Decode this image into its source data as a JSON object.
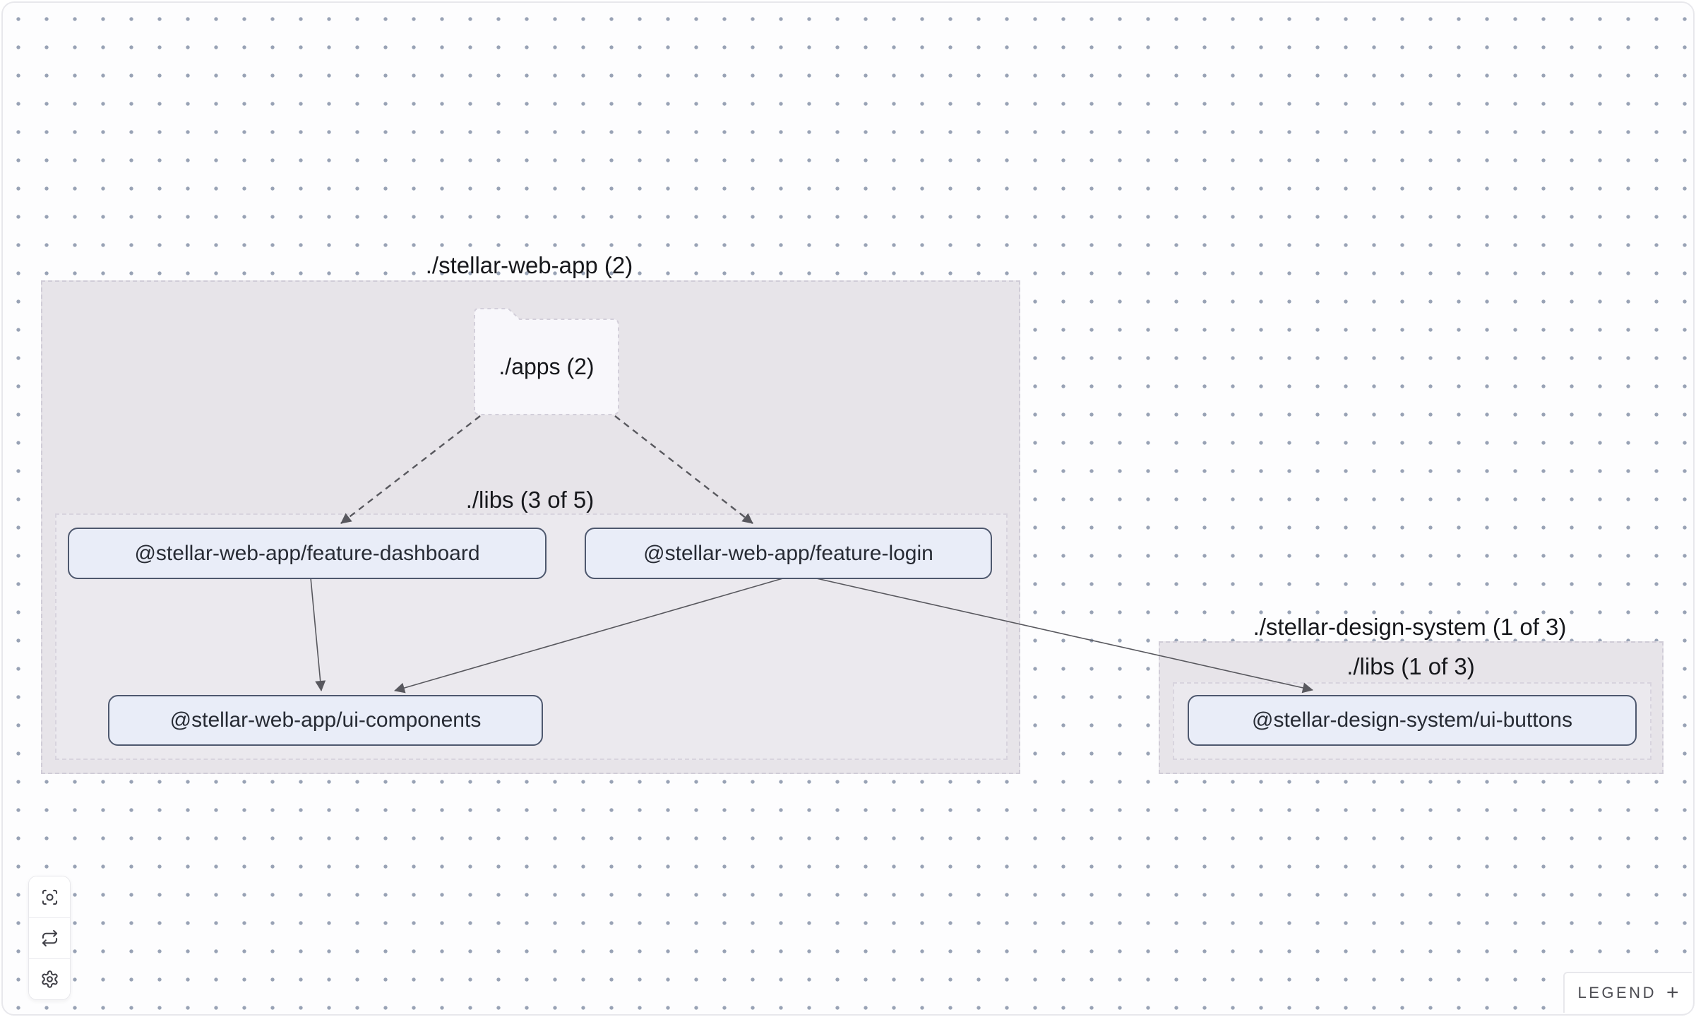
{
  "colors": {
    "canvas_bg": "#fdfdfe",
    "frame_border": "#e8e8ec",
    "dot": "#98a2b5",
    "group_fill": "#e7e4e9",
    "group_border": "#d0ccd7",
    "subgroup_fill": "#ebe9ee",
    "subgroup_border": "#d8d4de",
    "folder_fill": "#f8f7fb",
    "folder_border": "#d3cfda",
    "node_fill": "#e9edf8",
    "node_border": "#4e586e",
    "node_text": "#272b34",
    "label_text": "#17181c",
    "edge": "#58585e",
    "icon": "#3f3f46",
    "legend_text": "#4c4c52"
  },
  "graph": {
    "groups": [
      {
        "id": "stellar-web-app",
        "label": "./stellar-web-app (2)"
      },
      {
        "id": "stellar-design-system",
        "label": "./stellar-design-system (1 of 3)"
      }
    ],
    "subgroups": [
      {
        "id": "web-app-libs",
        "label": "./libs (3 of 5)"
      },
      {
        "id": "design-system-libs",
        "label": "./libs (1 of 3)"
      }
    ],
    "folder": {
      "id": "apps",
      "label": "./apps (2)"
    },
    "nodes": [
      {
        "id": "feature-dashboard",
        "label": "@stellar-web-app/feature-dashboard"
      },
      {
        "id": "feature-login",
        "label": "@stellar-web-app/feature-login"
      },
      {
        "id": "ui-components",
        "label": "@stellar-web-app/ui-components"
      },
      {
        "id": "ui-buttons",
        "label": "@stellar-design-system/ui-buttons"
      }
    ],
    "edges": [
      {
        "from": "./apps",
        "to": "@stellar-web-app/feature-dashboard",
        "style": "dashed"
      },
      {
        "from": "./apps",
        "to": "@stellar-web-app/feature-login",
        "style": "dashed"
      },
      {
        "from": "@stellar-web-app/feature-dashboard",
        "to": "@stellar-web-app/ui-components",
        "style": "solid"
      },
      {
        "from": "@stellar-web-app/feature-login",
        "to": "@stellar-web-app/ui-components",
        "style": "solid"
      },
      {
        "from": "@stellar-web-app/feature-login",
        "to": "@stellar-design-system/ui-buttons",
        "style": "solid"
      }
    ]
  },
  "toolbar": {
    "buttons": [
      {
        "icon": "focus-icon"
      },
      {
        "icon": "refresh-icon"
      },
      {
        "icon": "gear-icon"
      }
    ]
  },
  "legend": {
    "label": "LEGEND",
    "toggle": "+"
  }
}
